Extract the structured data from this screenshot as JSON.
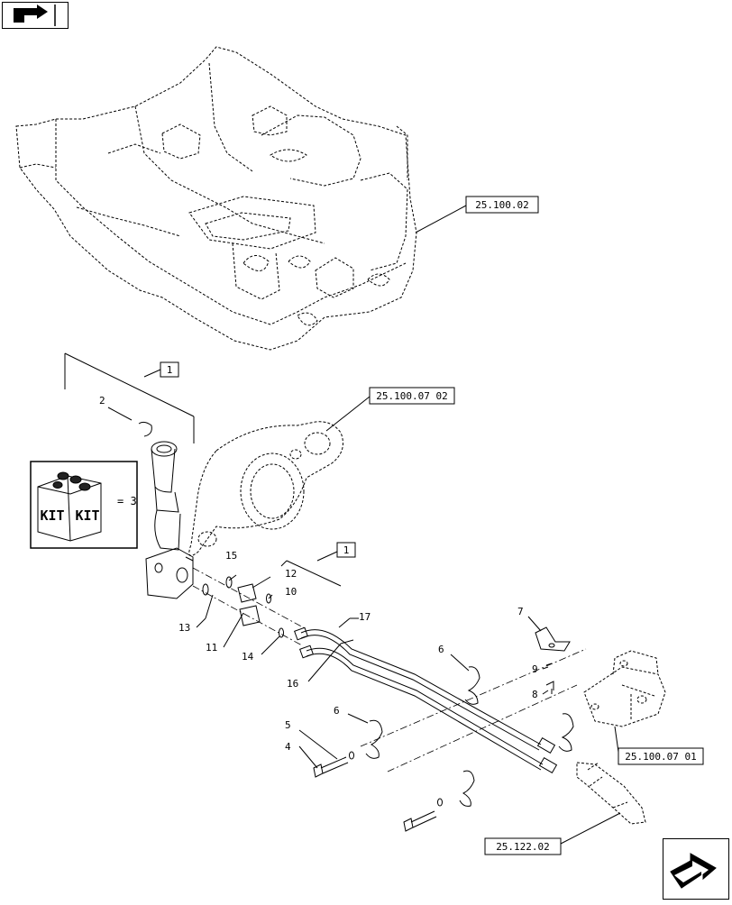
{
  "navigation": {
    "top_icon": "arrow-right-icon",
    "bottom_icon": "arrow-right-icon"
  },
  "references": {
    "frame": "25.100.02",
    "axle_housing": "25.100.07 02",
    "bracket": "25.100.07 01",
    "steering": "25.122.02"
  },
  "kit": {
    "label_left": "KIT",
    "label_right": "KIT",
    "equals": "= 3",
    "icon": "kit-box-icon"
  },
  "boxed_callouts": {
    "upper": "1",
    "lower": "1"
  },
  "callouts": {
    "c2": "2",
    "c4": "4",
    "c5": "5",
    "c6a": "6",
    "c6b": "6",
    "c7": "7",
    "c8": "8",
    "c9": "9",
    "c10": "10",
    "c11": "11",
    "c12": "12",
    "c13": "13",
    "c14": "14",
    "c15": "15",
    "c16": "16",
    "c17": "17"
  }
}
